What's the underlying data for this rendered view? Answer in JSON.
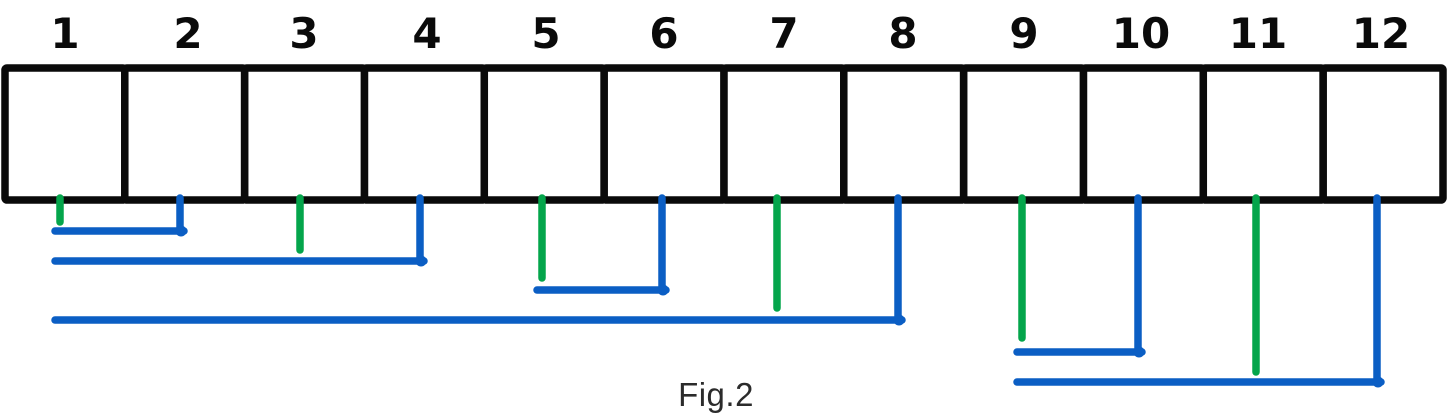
{
  "figure": {
    "caption": "Fig.2",
    "diagram_type": "indexed-cells-with-range-brackets",
    "colors": {
      "box_stroke": "#0a0a0a",
      "box_fill": "#ffffff",
      "label_text": "#0a0a0a",
      "self_marker_green": "#04a54b",
      "range_bracket_blue": "#0b5ec4",
      "caption_text": "#2b2b2b",
      "background": "#ffffff"
    },
    "cells": [
      "1",
      "2",
      "3",
      "4",
      "5",
      "6",
      "7",
      "8",
      "9",
      "10",
      "11",
      "12"
    ],
    "self_markers": [
      {
        "cell": 1
      },
      {
        "cell": 3
      },
      {
        "cell": 5
      },
      {
        "cell": 7
      },
      {
        "cell": 9
      },
      {
        "cell": 11
      }
    ],
    "range_brackets": [
      {
        "from": 1,
        "to": 2
      },
      {
        "from": 1,
        "to": 4
      },
      {
        "from": 5,
        "to": 6
      },
      {
        "from": 1,
        "to": 8
      },
      {
        "from": 9,
        "to": 10
      },
      {
        "from": 9,
        "to": 12
      }
    ]
  }
}
